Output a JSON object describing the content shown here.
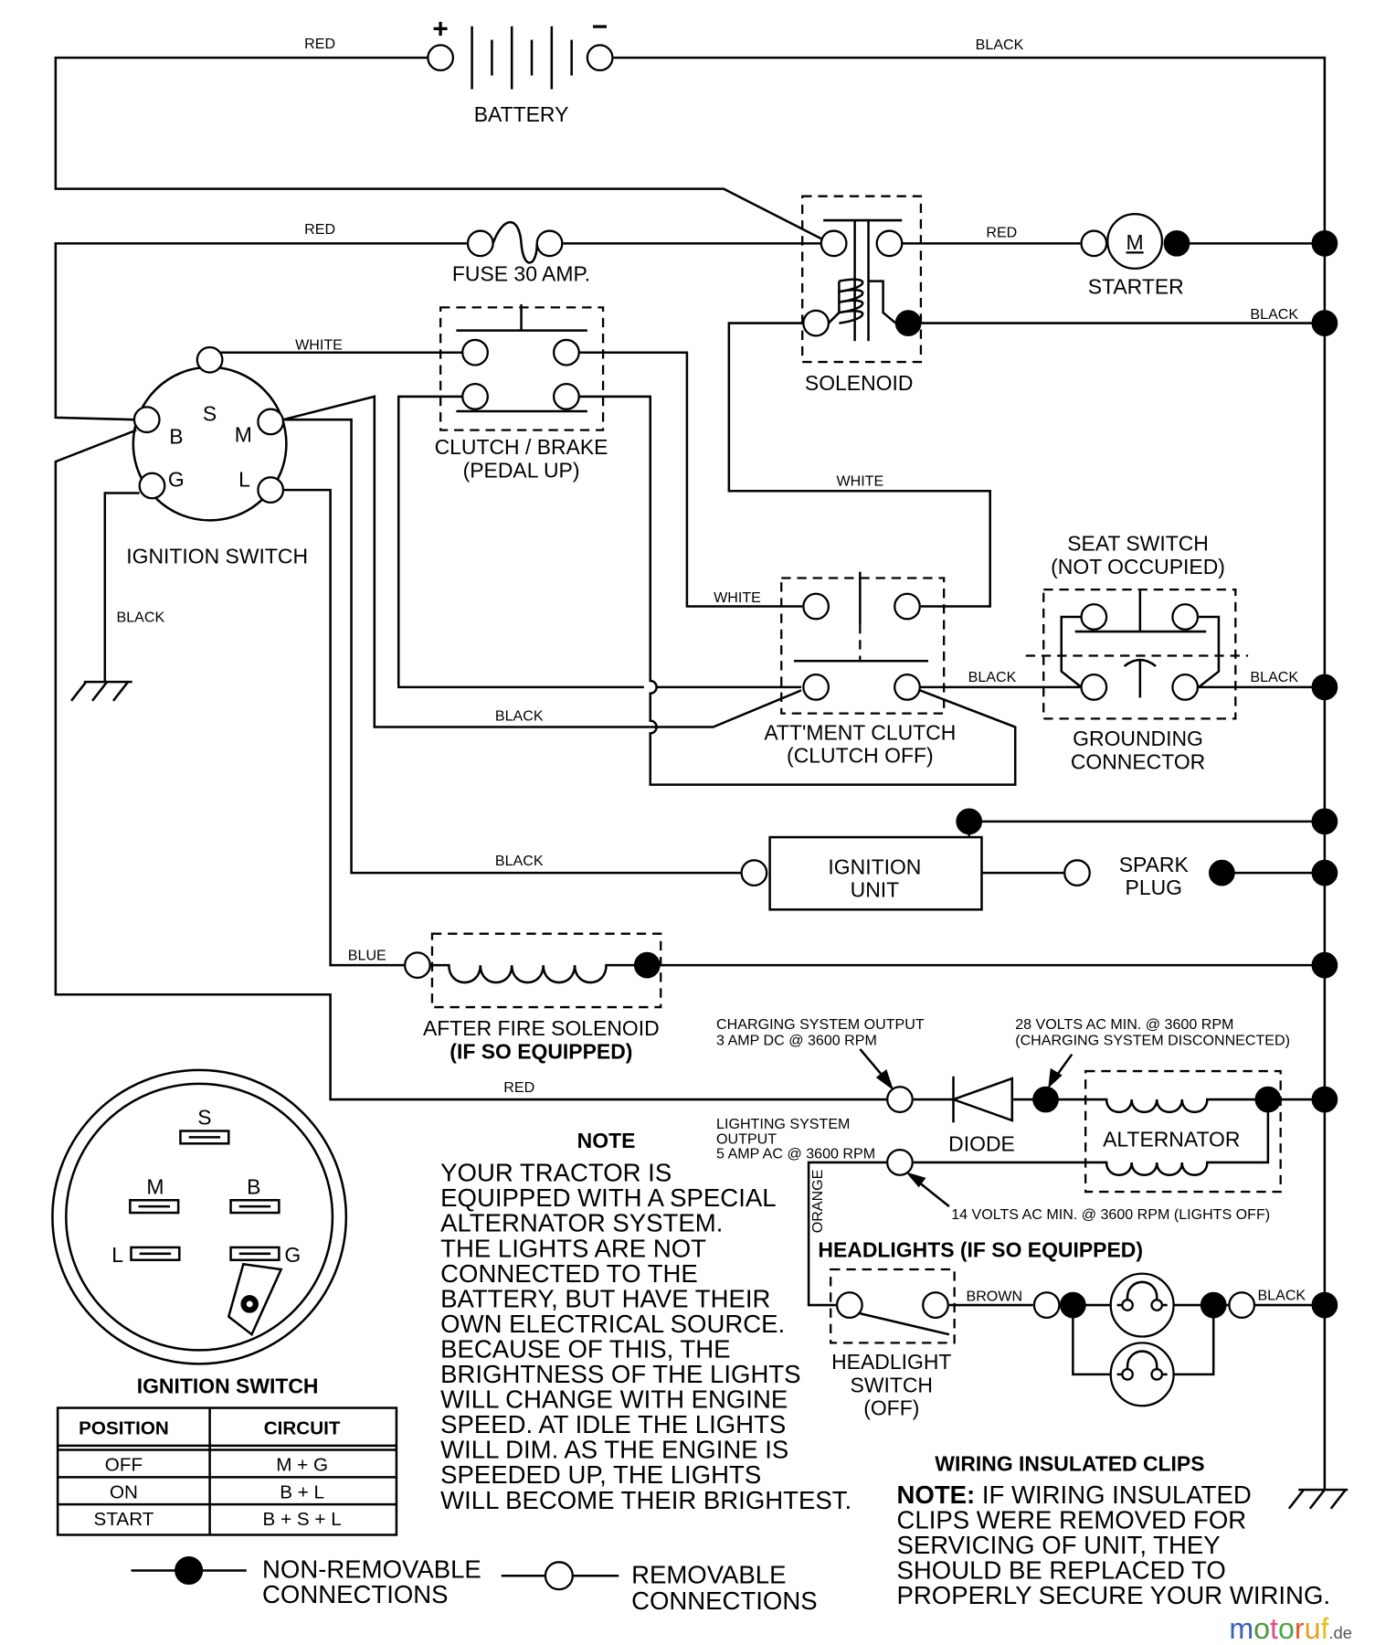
{
  "wire_colors": {
    "red": "RED",
    "black": "BLACK",
    "white": "WHITE",
    "blue": "BLUE",
    "orange": "ORANGE",
    "brown": "BROWN"
  },
  "components": {
    "battery": "BATTERY",
    "battery_plus": "+",
    "battery_minus": "−",
    "fuse": "FUSE 30 AMP.",
    "solenoid": "SOLENOID",
    "starter": "STARTER",
    "starter_motor": "M",
    "clutch_brake": [
      "CLUTCH / BRAKE",
      "(PEDAL UP)"
    ],
    "ignition_switch": "IGNITION SWITCH",
    "terminals": {
      "s": "S",
      "b": "B",
      "m": "M",
      "g": "G",
      "l": "L"
    },
    "seat_switch": [
      "SEAT SWITCH",
      "(NOT OCCUPIED)"
    ],
    "att_clutch": [
      "ATT'MENT CLUTCH",
      "(CLUTCH OFF)"
    ],
    "grounding_connector": [
      "GROUNDING",
      "CONNECTOR"
    ],
    "ignition_unit": [
      "IGNITION",
      "UNIT"
    ],
    "spark_plug": [
      "SPARK",
      "PLUG"
    ],
    "after_fire": [
      "AFTER FIRE SOLENOID",
      "(IF SO EQUIPPED)"
    ],
    "diode": "DIODE",
    "alternator": "ALTERNATOR",
    "headlights": "HEADLIGHTS (IF SO EQUIPPED)",
    "headlight_switch": [
      "HEADLIGHT",
      "SWITCH",
      "(OFF)"
    ]
  },
  "annotations": {
    "charging_output": [
      "CHARGING SYSTEM OUTPUT",
      "3 AMP DC @ 3600 RPM"
    ],
    "volts_28": [
      "28 VOLTS AC MIN. @ 3600 RPM",
      "(CHARGING SYSTEM DISCONNECTED)"
    ],
    "lighting_output": [
      "LIGHTING SYSTEM",
      "OUTPUT",
      "5 AMP AC @ 3600 RPM"
    ],
    "volts_14": "14 VOLTS AC MIN. @ 3600 RPM (LIGHTS OFF)"
  },
  "note": {
    "title": "NOTE",
    "lines": [
      "YOUR TRACTOR IS",
      "EQUIPPED WITH A SPECIAL",
      "ALTERNATOR SYSTEM.",
      "THE LIGHTS ARE NOT",
      "CONNECTED TO THE",
      "BATTERY, BUT HAVE THEIR",
      "OWN ELECTRICAL SOURCE.",
      "BECAUSE OF THIS, THE",
      "BRIGHTNESS OF THE LIGHTS",
      "WILL CHANGE WITH ENGINE",
      "SPEED.  AT IDLE THE LIGHTS",
      "WILL DIM.  AS THE ENGINE IS",
      "SPEEDED UP, THE LIGHTS",
      "WILL BECOME THEIR BRIGHTEST."
    ]
  },
  "switch_detail": {
    "title": "IGNITION SWITCH",
    "terminals": {
      "s": "S",
      "m": "M",
      "b": "B",
      "l": "L",
      "g": "G"
    },
    "table": {
      "headers": [
        "POSITION",
        "CIRCUIT"
      ],
      "rows": [
        [
          "OFF",
          "M + G"
        ],
        [
          "ON",
          "B + L"
        ],
        [
          "START",
          "B + S + L"
        ]
      ]
    }
  },
  "legend": {
    "non_removable": [
      "NON-REMOVABLE",
      "CONNECTIONS"
    ],
    "removable": [
      "REMOVABLE",
      "CONNECTIONS"
    ]
  },
  "clips": {
    "title": "WIRING INSULATED CLIPS",
    "note_label": "NOTE:",
    "lines": [
      " IF WIRING INSULATED",
      "CLIPS WERE REMOVED FOR",
      "SERVICING OF UNIT, THEY",
      "SHOULD BE REPLACED TO",
      "PROPERLY SECURE YOUR WIRING."
    ]
  },
  "watermark": {
    "text": "motoruf",
    "suffix": ".de"
  }
}
